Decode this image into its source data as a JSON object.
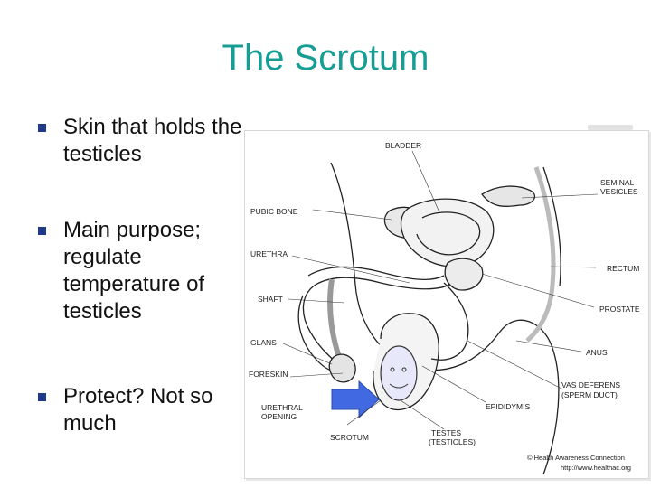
{
  "slide": {
    "title": "The Scrotum",
    "bullets": [
      {
        "text": "Skin that holds the testicles"
      },
      {
        "text": "Main purpose; regulate temperature of testicles"
      },
      {
        "text": "Protect? Not so much"
      }
    ]
  },
  "diagram": {
    "labels": {
      "bladder": "BLADDER",
      "pubic_bone": "PUBIC BONE",
      "seminal_vesicles_1": "SEMINAL",
      "seminal_vesicles_2": "VESICLES",
      "urethra": "URETHRA",
      "rectum": "RECTUM",
      "shaft": "SHAFT",
      "prostate": "PROSTATE",
      "glans": "GLANS",
      "anus": "ANUS",
      "foreskin": "FORESKIN",
      "vas_deferens_1": "VAS DEFERENS",
      "vas_deferens_2": "(SPERM DUCT)",
      "urethral_opening_1": "URETHRAL",
      "urethral_opening_2": "OPENING",
      "epididymis": "EPIDIDYMIS",
      "scrotum": "SCROTUM",
      "testes_1": "TESTES",
      "testes_2": "(TESTICLES)"
    },
    "credit_1": "© Health Awareness Connection",
    "credit_2": "http://www.healthac.org",
    "colors": {
      "title": "#169e94",
      "arrow": "#4169e1",
      "smiley_fill": "#e8e8fb",
      "bullet": "#1f3a8a"
    }
  }
}
